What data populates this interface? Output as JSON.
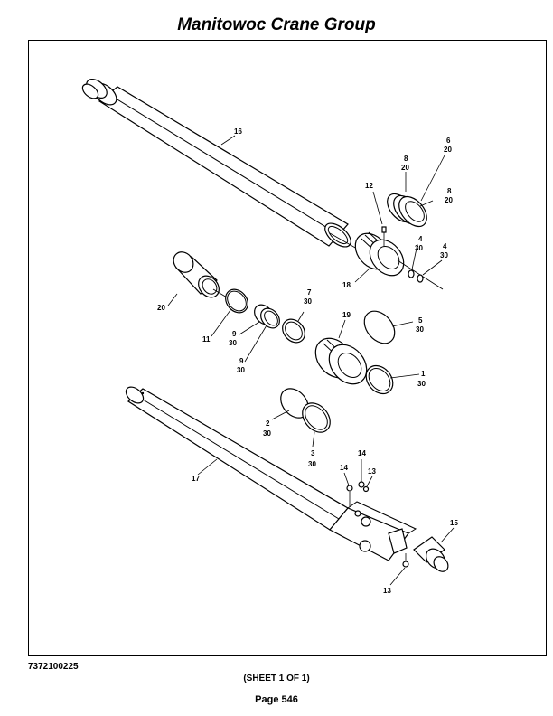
{
  "header": {
    "title": "Manitowoc Crane Group"
  },
  "footer": {
    "part_number": "7372100225",
    "sheet": "(SHEET 1 OF 1)",
    "page": "Page 546"
  },
  "callouts": {
    "c16": "16",
    "c6": "6",
    "c6q": "20",
    "c8a": "8",
    "c8aq": "20",
    "c8b": "8",
    "c8bq": "20",
    "c12": "12",
    "c4a": "4",
    "c4aq": "30",
    "c4b": "4",
    "c4bq": "30",
    "c18": "18",
    "c20": "20",
    "c7": "7",
    "c7q": "30",
    "c11": "11",
    "c9a": "9",
    "c9aq": "30",
    "c9b": "9",
    "c9bq": "30",
    "c19": "19",
    "c5": "5",
    "c5q": "30",
    "c1": "1",
    "c1q": "30",
    "c2": "2",
    "c2q": "30",
    "c3": "3",
    "c3q": "30",
    "c17": "17",
    "c14a": "14",
    "c14b": "14",
    "c13a": "13",
    "c15": "15",
    "c13b": "13"
  }
}
